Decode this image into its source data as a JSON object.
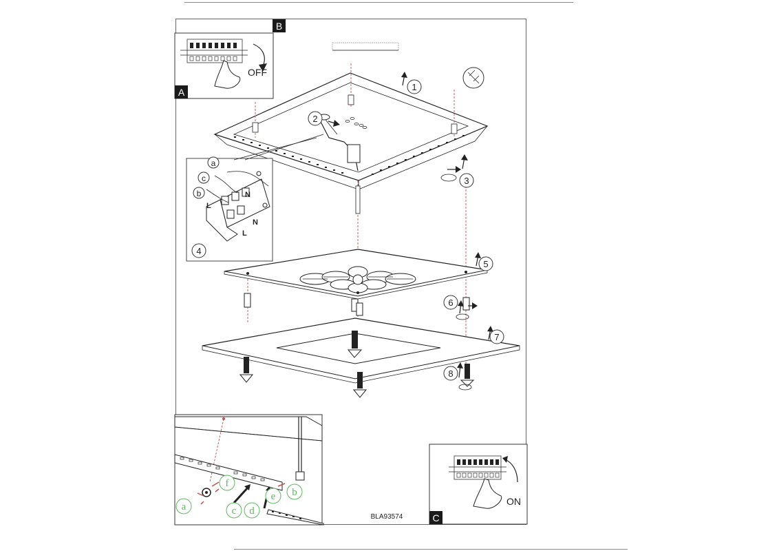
{
  "labels": {
    "box_b": "B",
    "box_a": "A",
    "box_c": "C",
    "off": "OFF",
    "on": "ON",
    "model": "BLA93574"
  },
  "steps": [
    "1",
    "2",
    "3",
    "4",
    "5",
    "6",
    "7",
    "8"
  ],
  "wiring": {
    "a": "a",
    "b": "b",
    "c": "c",
    "L": "L",
    "N": "N"
  },
  "strip_letters": {
    "a": "a",
    "b": "b",
    "c": "c",
    "d": "d",
    "e": "e",
    "f": "f"
  },
  "colors": {
    "line": "#222222",
    "dashed_guide": "#c0504d",
    "green_letter": "#5fb85f",
    "label_bg": "#1a1a1a"
  }
}
